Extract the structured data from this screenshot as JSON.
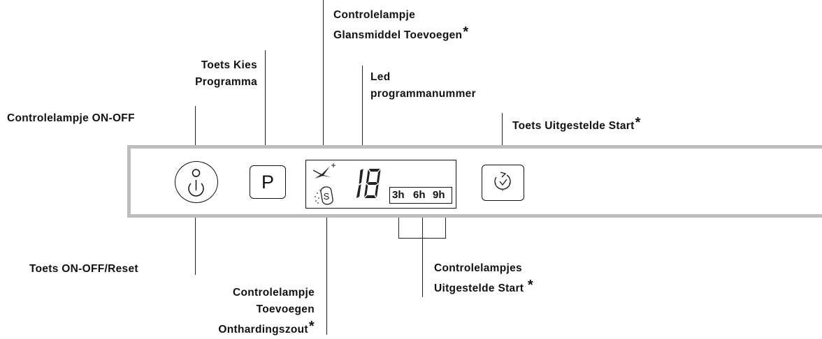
{
  "labels": {
    "rinse_aid": {
      "line1": "Controlelampje",
      "line2": "Glansmiddel Toevoegen",
      "star": "*"
    },
    "program_select": {
      "line1": "Toets Kies",
      "line2": "Programma"
    },
    "program_led": {
      "line1": "Led",
      "line2": "programmanummer"
    },
    "on_off_lamp": {
      "text": "Controlelampje ON-OFF"
    },
    "delayed_start_button": {
      "text": "Toets Uitgestelde Start",
      "star": "*"
    },
    "on_off_reset": {
      "text": "Toets ON-OFF/Reset"
    },
    "delayed_start_lamps": {
      "line1": "Controlelampjes",
      "line2": "Uitgestelde Start",
      "star": "*"
    },
    "salt": {
      "line1": "Controlelampje",
      "line2": "Toevoegen",
      "line3": "Onthardingszout",
      "star": "*"
    }
  },
  "panel": {
    "program_button_text": "P",
    "digit_display": "18",
    "delay_options": [
      "3h",
      "6h",
      "9h"
    ]
  },
  "icons": {
    "power": "power-icon",
    "power_led": "led-indicator-icon",
    "rinse_aid": "sparkle-icon",
    "salt": "salt-icon",
    "timer": "clock-icon"
  }
}
